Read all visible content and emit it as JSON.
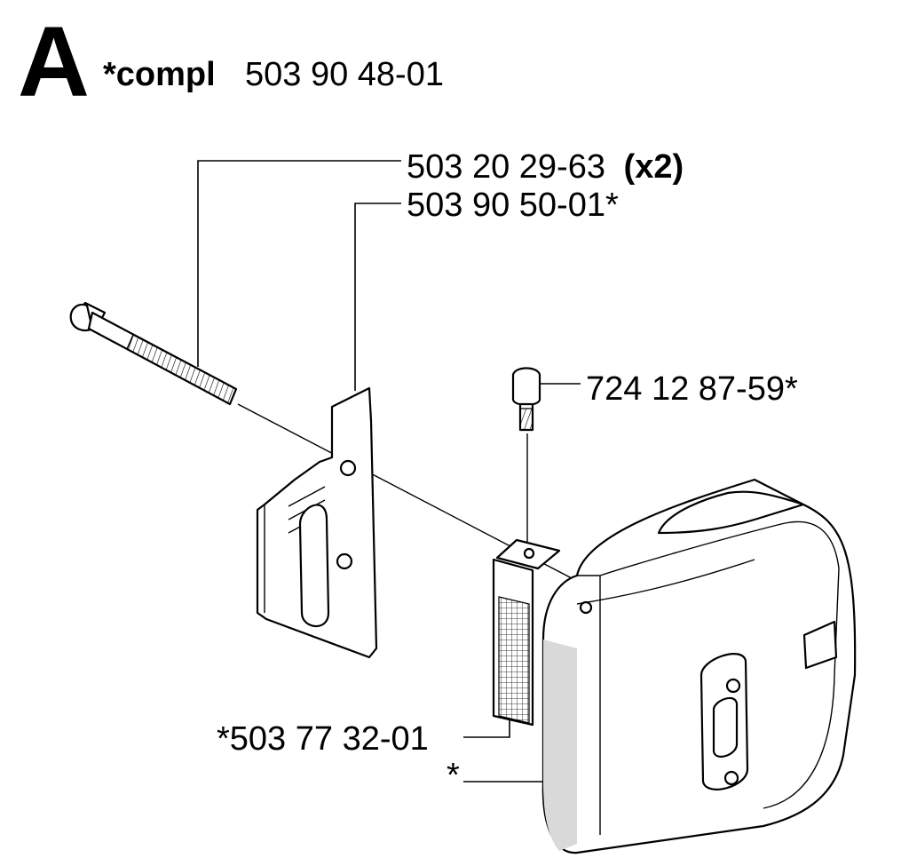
{
  "header": {
    "section_letter": "A",
    "kit_marker": "*compl",
    "kit_number": "503 90 48-01"
  },
  "callouts": {
    "long_screw": {
      "number": "503 20 29-63",
      "qty": "(x2)"
    },
    "gasket_plate": {
      "number": "503 90 50-01*"
    },
    "small_screw": {
      "number": "724 12 87-59*"
    },
    "bracket": {
      "number": "*503 77 32-01"
    },
    "muffler": {
      "number": "*"
    }
  },
  "colors": {
    "line": "#000000",
    "background": "#ffffff",
    "shade": "#d9d9d9"
  }
}
